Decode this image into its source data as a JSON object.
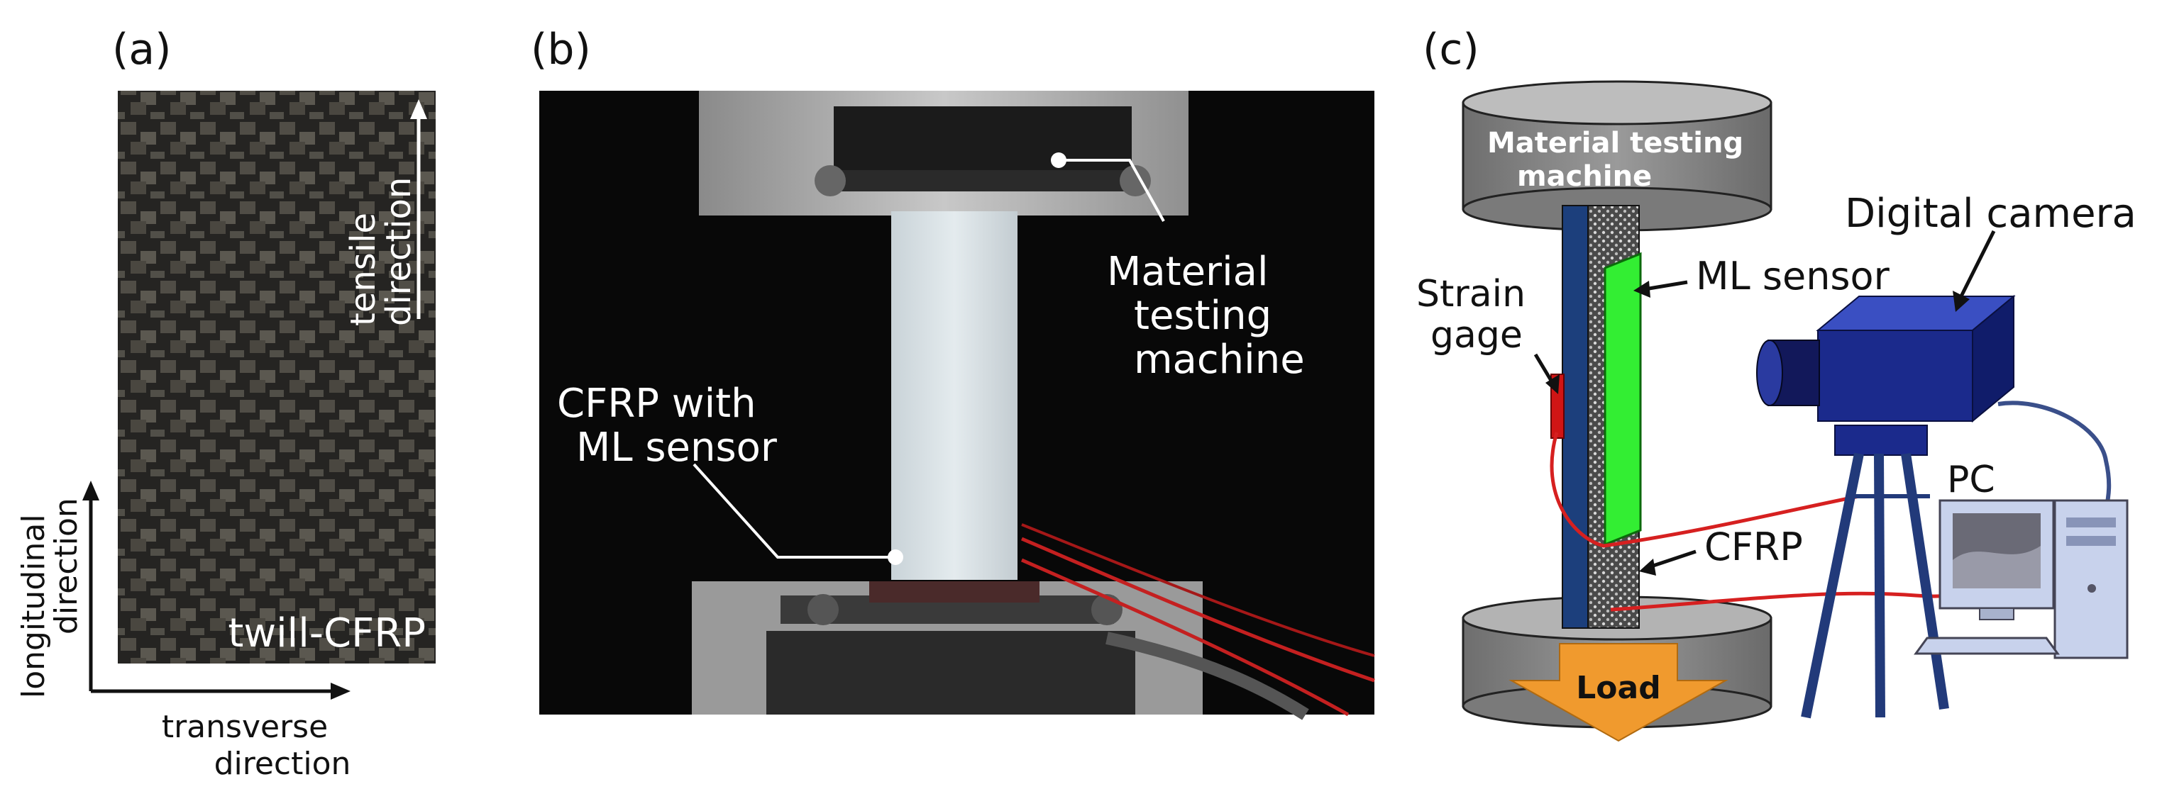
{
  "panel_a": {
    "label": "(a)",
    "material": "twill-CFRP",
    "tensile_1": "tensile",
    "tensile_2": "direction",
    "long_1": "longitudinal",
    "long_2": "direction",
    "trans_1": "transverse",
    "trans_2": "direction"
  },
  "panel_b": {
    "label": "(b)",
    "machine_1": "Material",
    "machine_2": "testing",
    "machine_3": "machine",
    "specimen_1": "CFRP with",
    "specimen_2": "ML sensor"
  },
  "panel_c": {
    "label": "(c)",
    "machine_1": "Material testing",
    "machine_2": "machine",
    "camera": "Digital camera",
    "ml_sensor": "ML sensor",
    "strain_1": "Strain",
    "strain_2": "gage",
    "pc": "PC",
    "cfrp": "CFRP",
    "load": "Load"
  },
  "colors": {
    "ml_sensor": "#33ee33",
    "camera": "#1b2a8c",
    "cable": "#d62020",
    "load_arrow": "#f09a2e",
    "cylinder": "#8f8f8f"
  }
}
